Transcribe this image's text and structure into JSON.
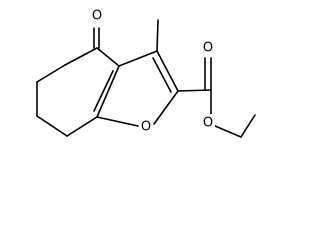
{
  "structure": {
    "atoms": {
      "ketone_oxygen": "O",
      "ring_oxygen": "O",
      "carbonyl_oxygen": "O",
      "ester_oxygen": "O"
    }
  }
}
